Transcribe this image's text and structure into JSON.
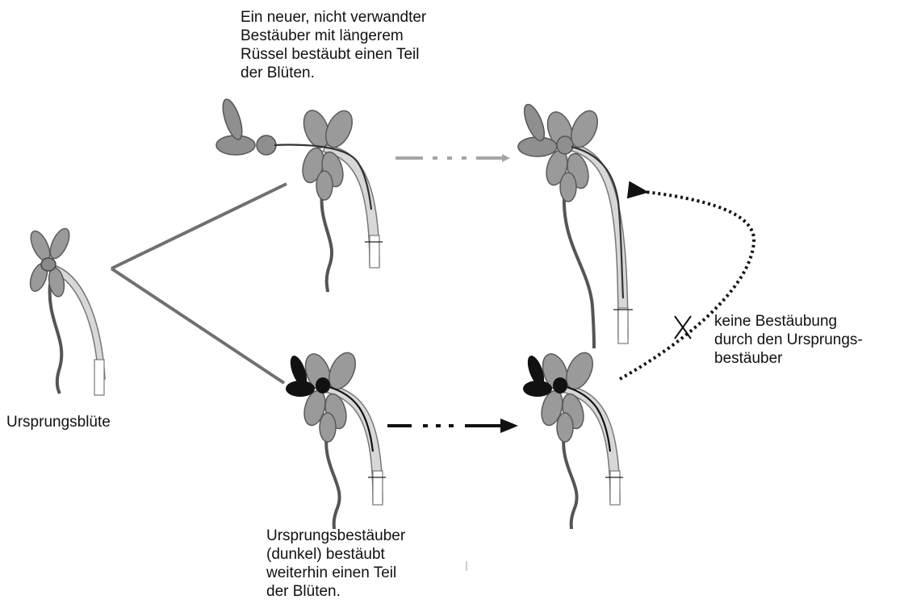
{
  "labels": {
    "new_pollinator": "Ein neuer, nicht verwandter\nBestäuber mit längerem\nRüssel bestäubt einen Teil\nder Blüten.",
    "origin_flower": "Ursprungsblüte",
    "original_pollinator": "Ursprungsbestäuber\n(dunkel) bestäubt\nweiterhin einen Teil\nder Blüten.",
    "no_pollination": "keine Bestäubung\ndurch den Ursprungs-\nbestäuber"
  },
  "colors": {
    "petal": "#9a9a9a",
    "petal_stroke": "#5a5a5a",
    "stem": "#555555",
    "spur_fill": "#d8d8d8",
    "branch_line": "#707070",
    "new_pollinator": "#8f8f8f",
    "new_arrow": "#a5a5a5",
    "original_pollinator": "#111111",
    "original_arrow": "#111111",
    "dotted_arrow": "#111111"
  }
}
